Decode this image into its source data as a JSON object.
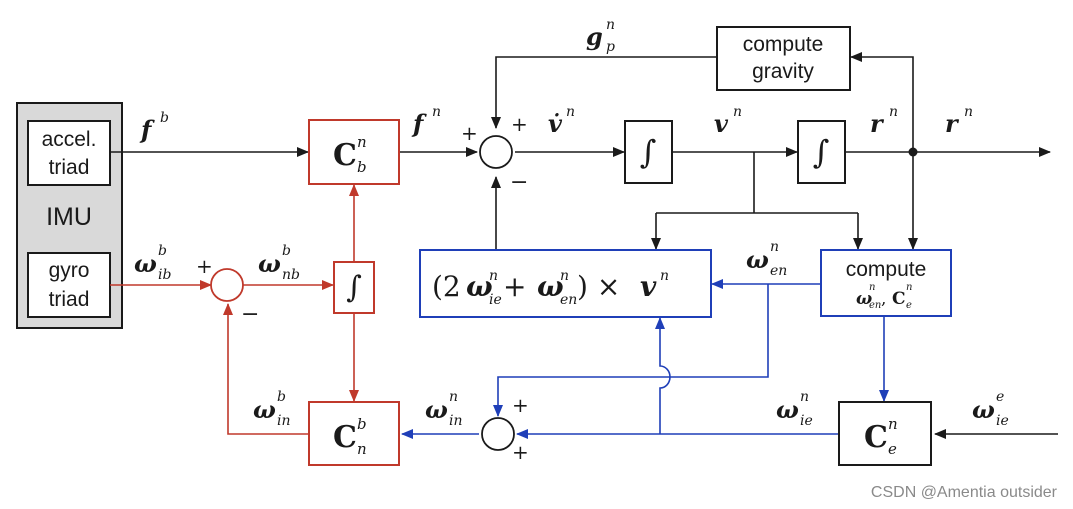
{
  "colors": {
    "black": "#1a1a1a",
    "red": "#c0392b",
    "blue": "#1f3fb8",
    "imu_fill": "#d9d9d9",
    "watermark": "#8a8a8a"
  },
  "imu": {
    "label": "IMU",
    "accel_line1": "accel.",
    "accel_line2": "triad",
    "gyro_line1": "gyro",
    "gyro_line2": "triad"
  },
  "blocks": {
    "cbn_main": "C",
    "cbn_sub": "b",
    "cbn_sup": "n",
    "cnb_main": "C",
    "cnb_sub": "n",
    "cnb_sup": "b",
    "cne_main": "C",
    "cne_sub": "e",
    "cne_sup": "n",
    "integral": "∫",
    "compute_gravity_line1": "compute",
    "compute_gravity_line2": "gravity",
    "compute_blue_line1": "compute",
    "compute_blue_line2_a": "ω",
    "compute_blue_line2_a_sub": "en",
    "compute_blue_line2_a_sup": "n",
    "compute_blue_line2_sep": ", ",
    "compute_blue_line2_b": "C",
    "compute_blue_line2_b_sub": "e",
    "compute_blue_line2_b_sup": "n",
    "coriolis_open": "(2",
    "coriolis_w1": "ω",
    "coriolis_w1_sub": "ie",
    "coriolis_w1_sup": "n",
    "coriolis_plus": " + ",
    "coriolis_w2": "ω",
    "coriolis_w2_sub": "en",
    "coriolis_w2_sup": "n",
    "coriolis_close": ") × ",
    "coriolis_v": "v",
    "coriolis_v_sup": "n"
  },
  "signals": {
    "fb": "f",
    "fb_sup": "b",
    "fn": "f",
    "fn_sup": "n",
    "vdot": "v̇",
    "vdot_sup": "n",
    "v": "v",
    "v_sup": "n",
    "r1": "r",
    "r1_sup": "n",
    "r2": "r",
    "r2_sup": "n",
    "gp": "g",
    "gp_sub": "p",
    "gp_sup": "n",
    "w_ib": "ω",
    "w_ib_sub": "ib",
    "w_ib_sup": "b",
    "w_nb": "ω",
    "w_nb_sub": "nb",
    "w_nb_sup": "b",
    "w_in_b": "ω",
    "w_in_b_sub": "in",
    "w_in_b_sup": "b",
    "w_in_n": "ω",
    "w_in_n_sub": "in",
    "w_in_n_sup": "n",
    "w_en": "ω",
    "w_en_sub": "en",
    "w_en_sup": "n",
    "w_ie_n": "ω",
    "w_ie_n_sub": "ie",
    "w_ie_n_sup": "n",
    "w_ie_e": "ω",
    "w_ie_e_sub": "ie",
    "w_ie_e_sup": "e"
  },
  "signs": {
    "plus": "+",
    "minus": "−"
  },
  "watermark": "CSDN @Amentia outsider"
}
